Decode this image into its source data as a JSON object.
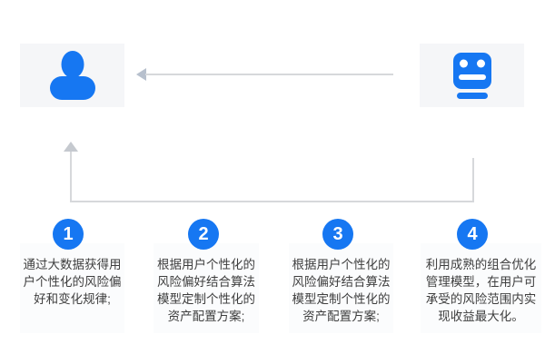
{
  "palette": {
    "accent_blue": "#1677f2",
    "actor_box_bg": "#f5f6f8",
    "step_box_bg": "#fbfcfd",
    "line_gray": "#d6d8db",
    "arrowhead_gray": "#b7c0cd",
    "text_color": "#3e3e3e"
  },
  "actors": {
    "user": {
      "icon": "user-icon"
    },
    "robot": {
      "icon": "robot-icon"
    }
  },
  "connectors": {
    "top_arrow": "robot-to-user",
    "loop_arrow": "robot-down-around-up-to-user"
  },
  "steps": [
    {
      "number": "1",
      "text": "通过大数据获得用户个性化的风险偏好和变化规律;"
    },
    {
      "number": "2",
      "text": "根据用户个性化的风险偏好结合算法模型定制个性化的资产配置方案;"
    },
    {
      "number": "3",
      "text": "根据用户个性化的风险偏好结合算法模型定制个性化的资产配置方案;"
    },
    {
      "number": "4",
      "text": "利用成熟的组合优化管理模型，在用户可承受的风险范围内实现收益最大化。"
    }
  ]
}
